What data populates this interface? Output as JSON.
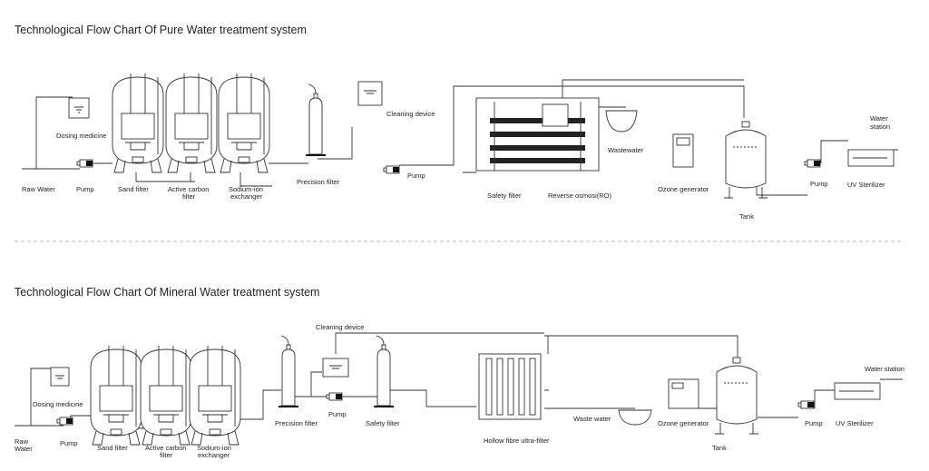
{
  "top": {
    "title": "Technological Flow Chart Of Pure Water treatment system",
    "labels": {
      "raw_water": "Raw Water",
      "pump1": "Pump",
      "dosing": "Dosing medicine",
      "sand": "Sand filter",
      "carbon_1": "Active carbon",
      "carbon_2": "filter",
      "sodium_1": "Sodium-ion",
      "sodium_2": "exchanger",
      "precision": "Precision filter",
      "cleaning": "Cleaning device",
      "pump2": "Pump",
      "safety": "Safety filter",
      "ro": "Reverse osmosi(RO)",
      "wastewater": "Wastewater",
      "ozone": "Ozone generator",
      "tank": "Tank",
      "pump3": "Pump",
      "uv": "UV Sterilizer",
      "station_1": "Water",
      "station_2": "station"
    }
  },
  "bottom": {
    "title": "Technological Flow Chart Of Mineral  Water treatment system",
    "labels": {
      "raw_1": "Raw",
      "raw_2": "Water",
      "pump1": "Pump",
      "dosing": "Dosing medicine",
      "sand": "Sand filter",
      "carbon_1": "Active carbon",
      "carbon_2": "filter",
      "sodium_1": "Sodium-ion",
      "sodium_2": "exchanger",
      "precision": "Precision filter",
      "cleaning": "Cleaning device",
      "pump2": "Pump",
      "safety": "Safety filter",
      "hollow": "Hollow fibre ultra-filter",
      "waste": "Waste water",
      "ozone": "Ozone generator",
      "tank": "Tank",
      "pump3": "Pump",
      "uv": "UV Sterilizer",
      "station": "Water station"
    }
  }
}
